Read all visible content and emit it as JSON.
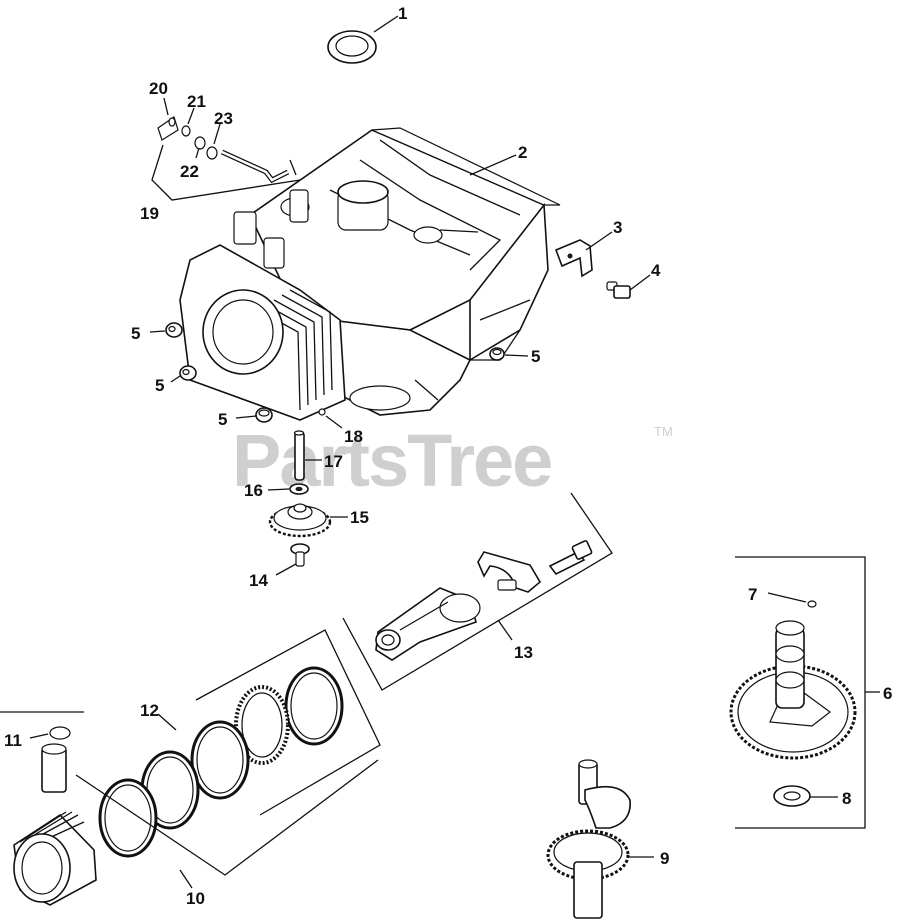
{
  "watermark": {
    "text": "PartsTree",
    "trademark": "TM"
  },
  "callouts": {
    "c1": "1",
    "c2": "2",
    "c3": "3",
    "c4": "4",
    "c5a": "5",
    "c5b": "5",
    "c5c": "5",
    "c5d": "5",
    "c6": "6",
    "c7": "7",
    "c8": "8",
    "c9": "9",
    "c10": "10",
    "c11": "11",
    "c12": "12",
    "c13": "13",
    "c14": "14",
    "c15": "15",
    "c16": "16",
    "c17": "17",
    "c18": "18",
    "c19": "19",
    "c20": "20",
    "c21": "21",
    "c22": "22",
    "c23": "23"
  }
}
